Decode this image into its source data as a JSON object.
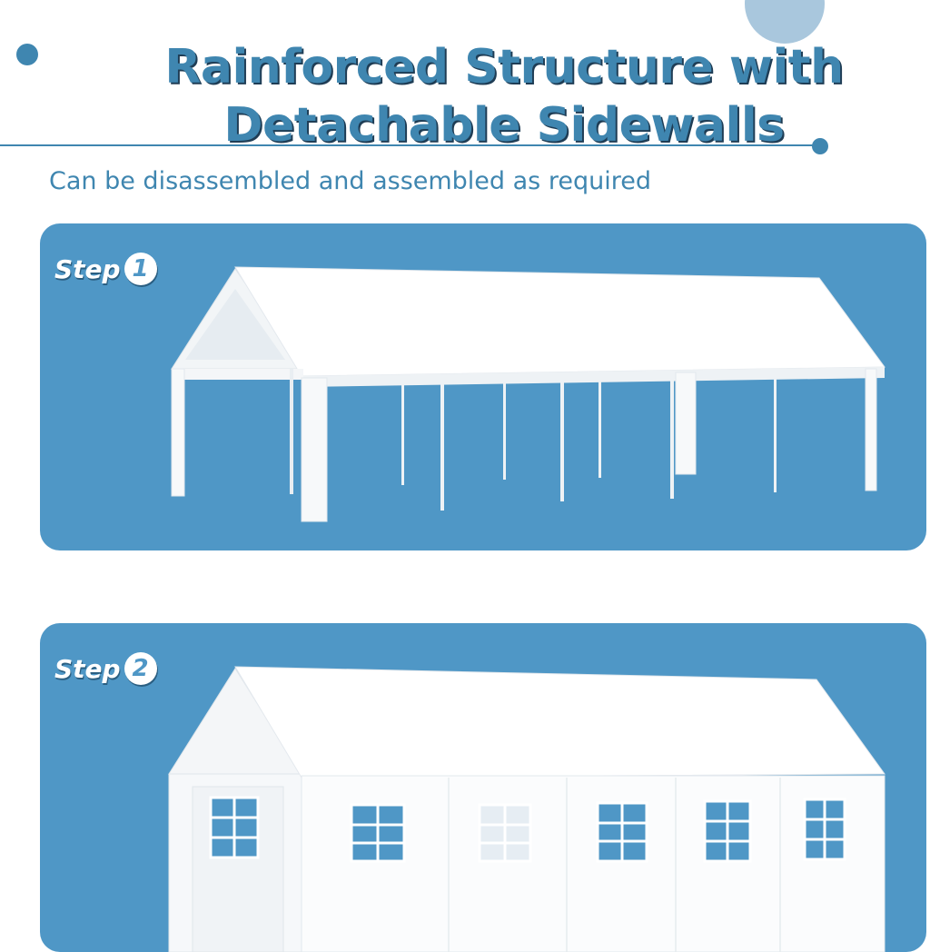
{
  "header": {
    "title_line1": "Rainforced Structure with",
    "title_line2": "Detachable Sidewalls",
    "subtitle": "Can be disassembled and assembled as required"
  },
  "steps": [
    {
      "label": "Step",
      "number": "1"
    },
    {
      "label": "Step",
      "number": "2"
    }
  ],
  "colors": {
    "accent": "#3f86b0",
    "panel": "#4f97c6",
    "deco_light": "#a9c7dd",
    "tent": "#ffffff"
  }
}
